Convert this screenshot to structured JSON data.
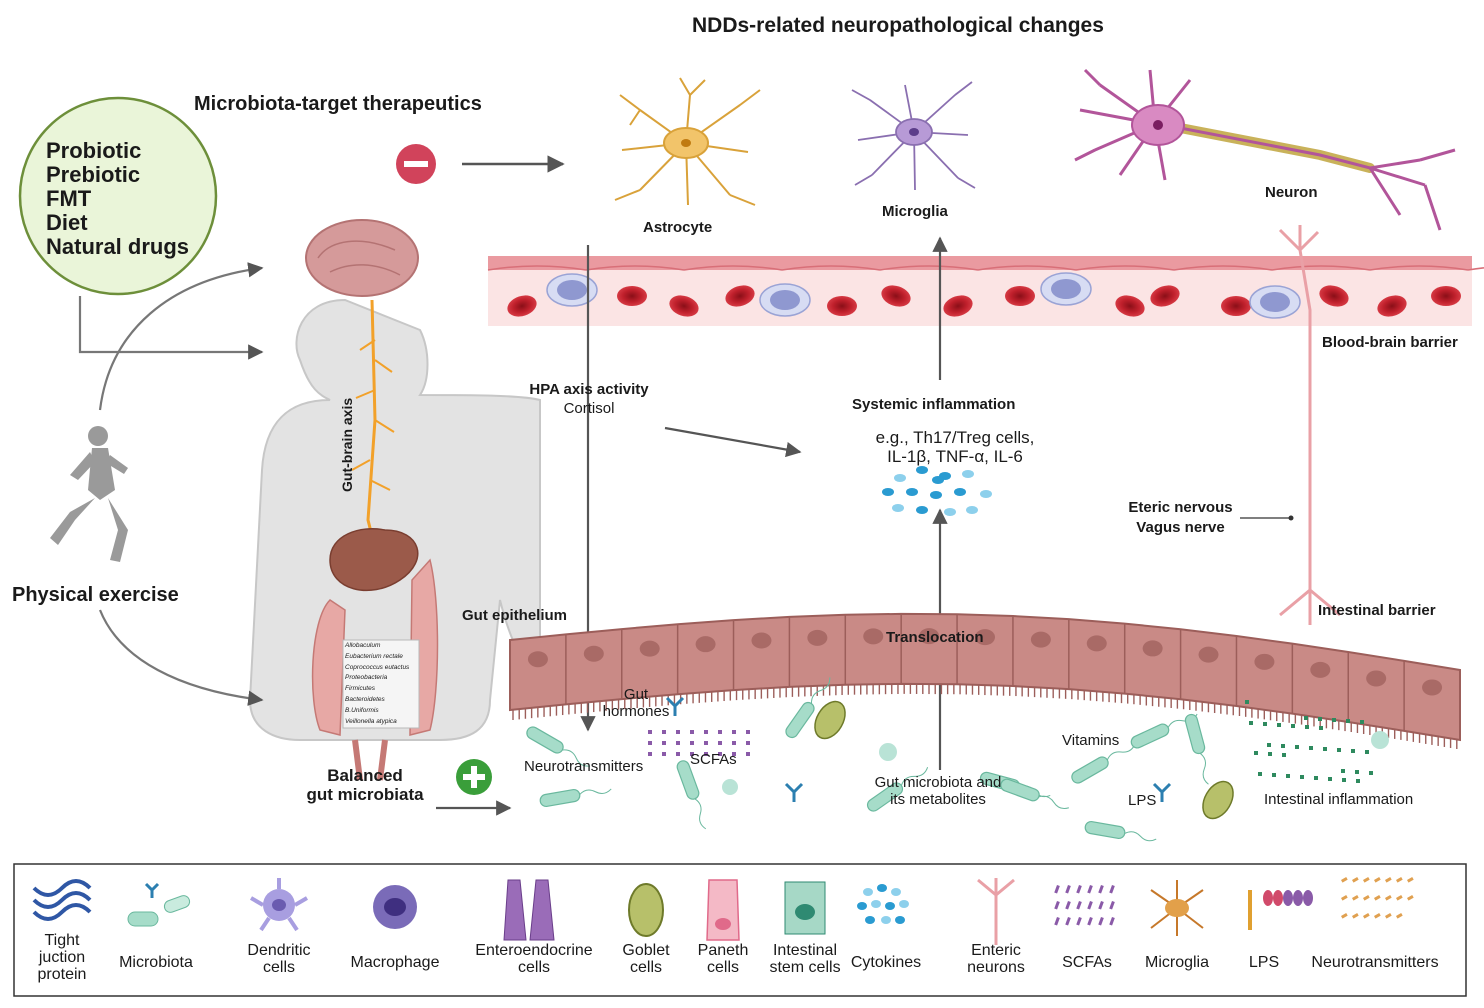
{
  "title": "NDDs-related neuropathological changes",
  "therapeutics": {
    "heading": "Microbiota-target therapeutics",
    "items": [
      "Probiotic",
      "Prebiotic",
      "FMT",
      "Diet",
      "Natural drugs"
    ]
  },
  "cells": {
    "astrocyte": "Astrocyte",
    "microglia": "Microglia",
    "neuron": "Neuron"
  },
  "barrier_labels": {
    "bbb": "Blood-brain barrier",
    "intestinal": "Intestinal barrier",
    "gut_epithelium": "Gut epithelium"
  },
  "body": {
    "axis_label": "Gut-brain axis",
    "exercise": "Physical exercise",
    "balanced_line1": "Balanced",
    "balanced_line2": "gut microbiata",
    "taxa": [
      "Allobaculum",
      "Eubacterium rectale",
      "Coprococcus eutactus",
      "Proteobacteria",
      "Firmicutes",
      "Bacteroidetes",
      "B.Uniformis",
      "Veillonella atypica"
    ]
  },
  "pathway": {
    "hpa_line1": "HPA axis activity",
    "hpa_line2": "Cortisol",
    "systemic": "Systemic inflammation",
    "systemic_eg_line1": "e.g., Th17/Treg cells,",
    "systemic_eg_line2": "IL-1β, TNF-α, IL-6",
    "nerve_line1": "Eteric nervous",
    "nerve_line2": "Vagus nerve",
    "translocation": "Translocation"
  },
  "lumen": {
    "gut_hormones_line1": "Gut",
    "gut_hormones_line2": "hormones",
    "neurotransmitters": "Neurotransmitters",
    "scfas": "SCFAs",
    "gut_microbiota_line1": "Gut microbiota and",
    "gut_microbiota_line2": "its metabolites",
    "vitamins": "Vitamins",
    "lps": "LPS",
    "intestinal_inflammation": "Intestinal inflammation"
  },
  "legend": [
    {
      "line1": "Tight",
      "line2": "juction",
      "line3": "protein",
      "icon": "tight-junction-icon"
    },
    {
      "line1": "Microbiota",
      "line2": "",
      "line3": "",
      "icon": "microbiota-icon"
    },
    {
      "line1": "Dendritic",
      "line2": "cells",
      "line3": "",
      "icon": "dendritic-cell-icon"
    },
    {
      "line1": "Macrophage",
      "line2": "",
      "line3": "",
      "icon": "macrophage-icon"
    },
    {
      "line1": "Enteroendocrine",
      "line2": "cells",
      "line3": "",
      "icon": "enteroendocrine-cell-icon"
    },
    {
      "line1": "Goblet",
      "line2": "cells",
      "line3": "",
      "icon": "goblet-cell-icon"
    },
    {
      "line1": "Paneth",
      "line2": "cells",
      "line3": "",
      "icon": "paneth-cell-icon"
    },
    {
      "line1": "Intestinal",
      "line2": "stem cells",
      "line3": "",
      "icon": "stem-cell-icon"
    },
    {
      "line1": "Cytokines",
      "line2": "",
      "line3": "",
      "icon": "cytokines-icon"
    },
    {
      "line1": "Enteric",
      "line2": "neurons",
      "line3": "",
      "icon": "enteric-neuron-icon"
    },
    {
      "line1": "SCFAs",
      "line2": "",
      "line3": "",
      "icon": "scfa-icon"
    },
    {
      "line1": "Microglia",
      "line2": "",
      "line3": "",
      "icon": "microglia-icon"
    },
    {
      "line1": "LPS",
      "line2": "",
      "line3": "",
      "icon": "lps-icon"
    },
    {
      "line1": "Neurotransmitters",
      "line2": "",
      "line3": "",
      "icon": "neurotransmitter-icon"
    }
  ],
  "colors": {
    "therapeutics_fill": "#eaf5d9",
    "therapeutics_stroke": "#6d8f3a",
    "inhibit": "#d1435b",
    "promote": "#3a9e3a",
    "vessel": "#f7d3d3",
    "rbc": "#c0202c",
    "epithelium": "#c98a86",
    "arrow": "#555555"
  }
}
